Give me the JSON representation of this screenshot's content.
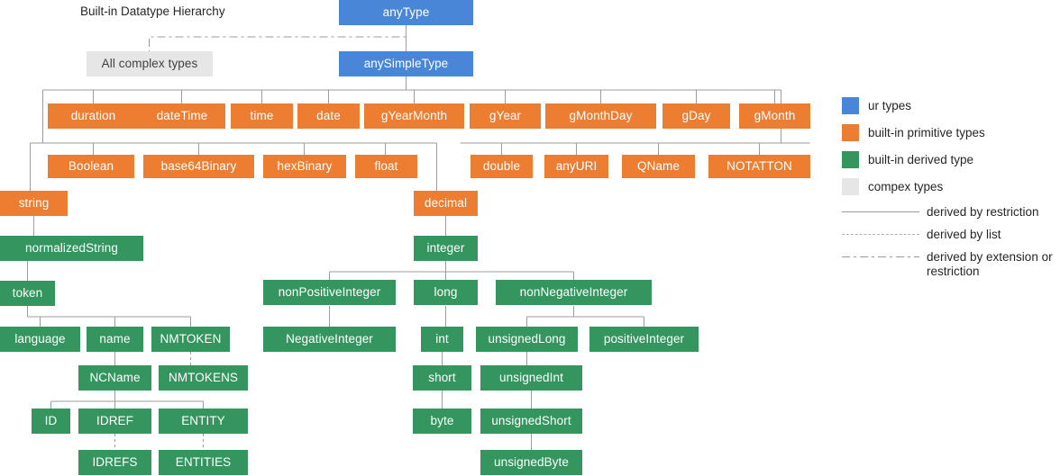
{
  "title": "Built-in Datatype Hierarchy",
  "colors": {
    "ur": "#4a86d8",
    "primitive": "#ed7d31",
    "derived": "#35955f",
    "complex": "#e6e6e6",
    "line": "#9b9b9b",
    "background": "#ffffff",
    "text_on_fill": "#ffffff",
    "text_dark": "#262626"
  },
  "nodes": {
    "any_type": "anyType",
    "any_simple_type": "anySimpleType",
    "all_complex_types": "All complex types",
    "duration": "duration",
    "date_time": "dateTime",
    "time": "time",
    "date": "date",
    "g_year_month": "gYearMonth",
    "g_year": "gYear",
    "g_month_day": "gMonthDay",
    "g_day": "gDay",
    "g_month": "gMonth",
    "boolean": "Boolean",
    "base64_binary": "base64Binary",
    "hex_binary": "hexBinary",
    "float": "float",
    "double": "double",
    "any_uri": "anyURI",
    "qname": "QName",
    "notation": "NOTATTON",
    "string": "string",
    "normalized_string": "normalizedString",
    "token": "token",
    "language": "language",
    "name": "name",
    "nmtoken": "NMTOKEN",
    "ncname": "NCName",
    "nmtokens": "NMTOKENS",
    "id": "ID",
    "idref": "IDREF",
    "entity": "ENTITY",
    "idrefs": "IDREFS",
    "entities": "ENTITIES",
    "decimal": "decimal",
    "integer": "integer",
    "non_positive_integer": "nonPositiveInteger",
    "long": "long",
    "non_negative_integer": "nonNegativeInteger",
    "negative_integer": "NegativeInteger",
    "int": "int",
    "unsigned_long": "unsignedLong",
    "positive_integer": "positiveInteger",
    "short": "short",
    "unsigned_int": "unsignedInt",
    "byte": "byte",
    "unsigned_short": "unsignedShort",
    "unsigned_byte": "unsignedByte"
  },
  "legend": {
    "swatches": [
      {
        "label": "ur types",
        "color": "#4a86d8",
        "name": "ur-types"
      },
      {
        "label": "built-in primitive types",
        "color": "#ed7d31",
        "name": "primitive-types"
      },
      {
        "label": "built-in derived type",
        "color": "#35955f",
        "name": "derived-types"
      },
      {
        "label": "compex types",
        "color": "#e6e6e6",
        "name": "complex-types"
      }
    ],
    "lines": [
      {
        "label": "derived by restriction",
        "style": "solid",
        "name": "derived-by-restriction"
      },
      {
        "label": "derived by list",
        "style": "dotted",
        "name": "derived-by-list"
      },
      {
        "label": "derived by extension or restriction",
        "style": "dashdot",
        "name": "derived-by-extension-or-restriction"
      }
    ]
  }
}
